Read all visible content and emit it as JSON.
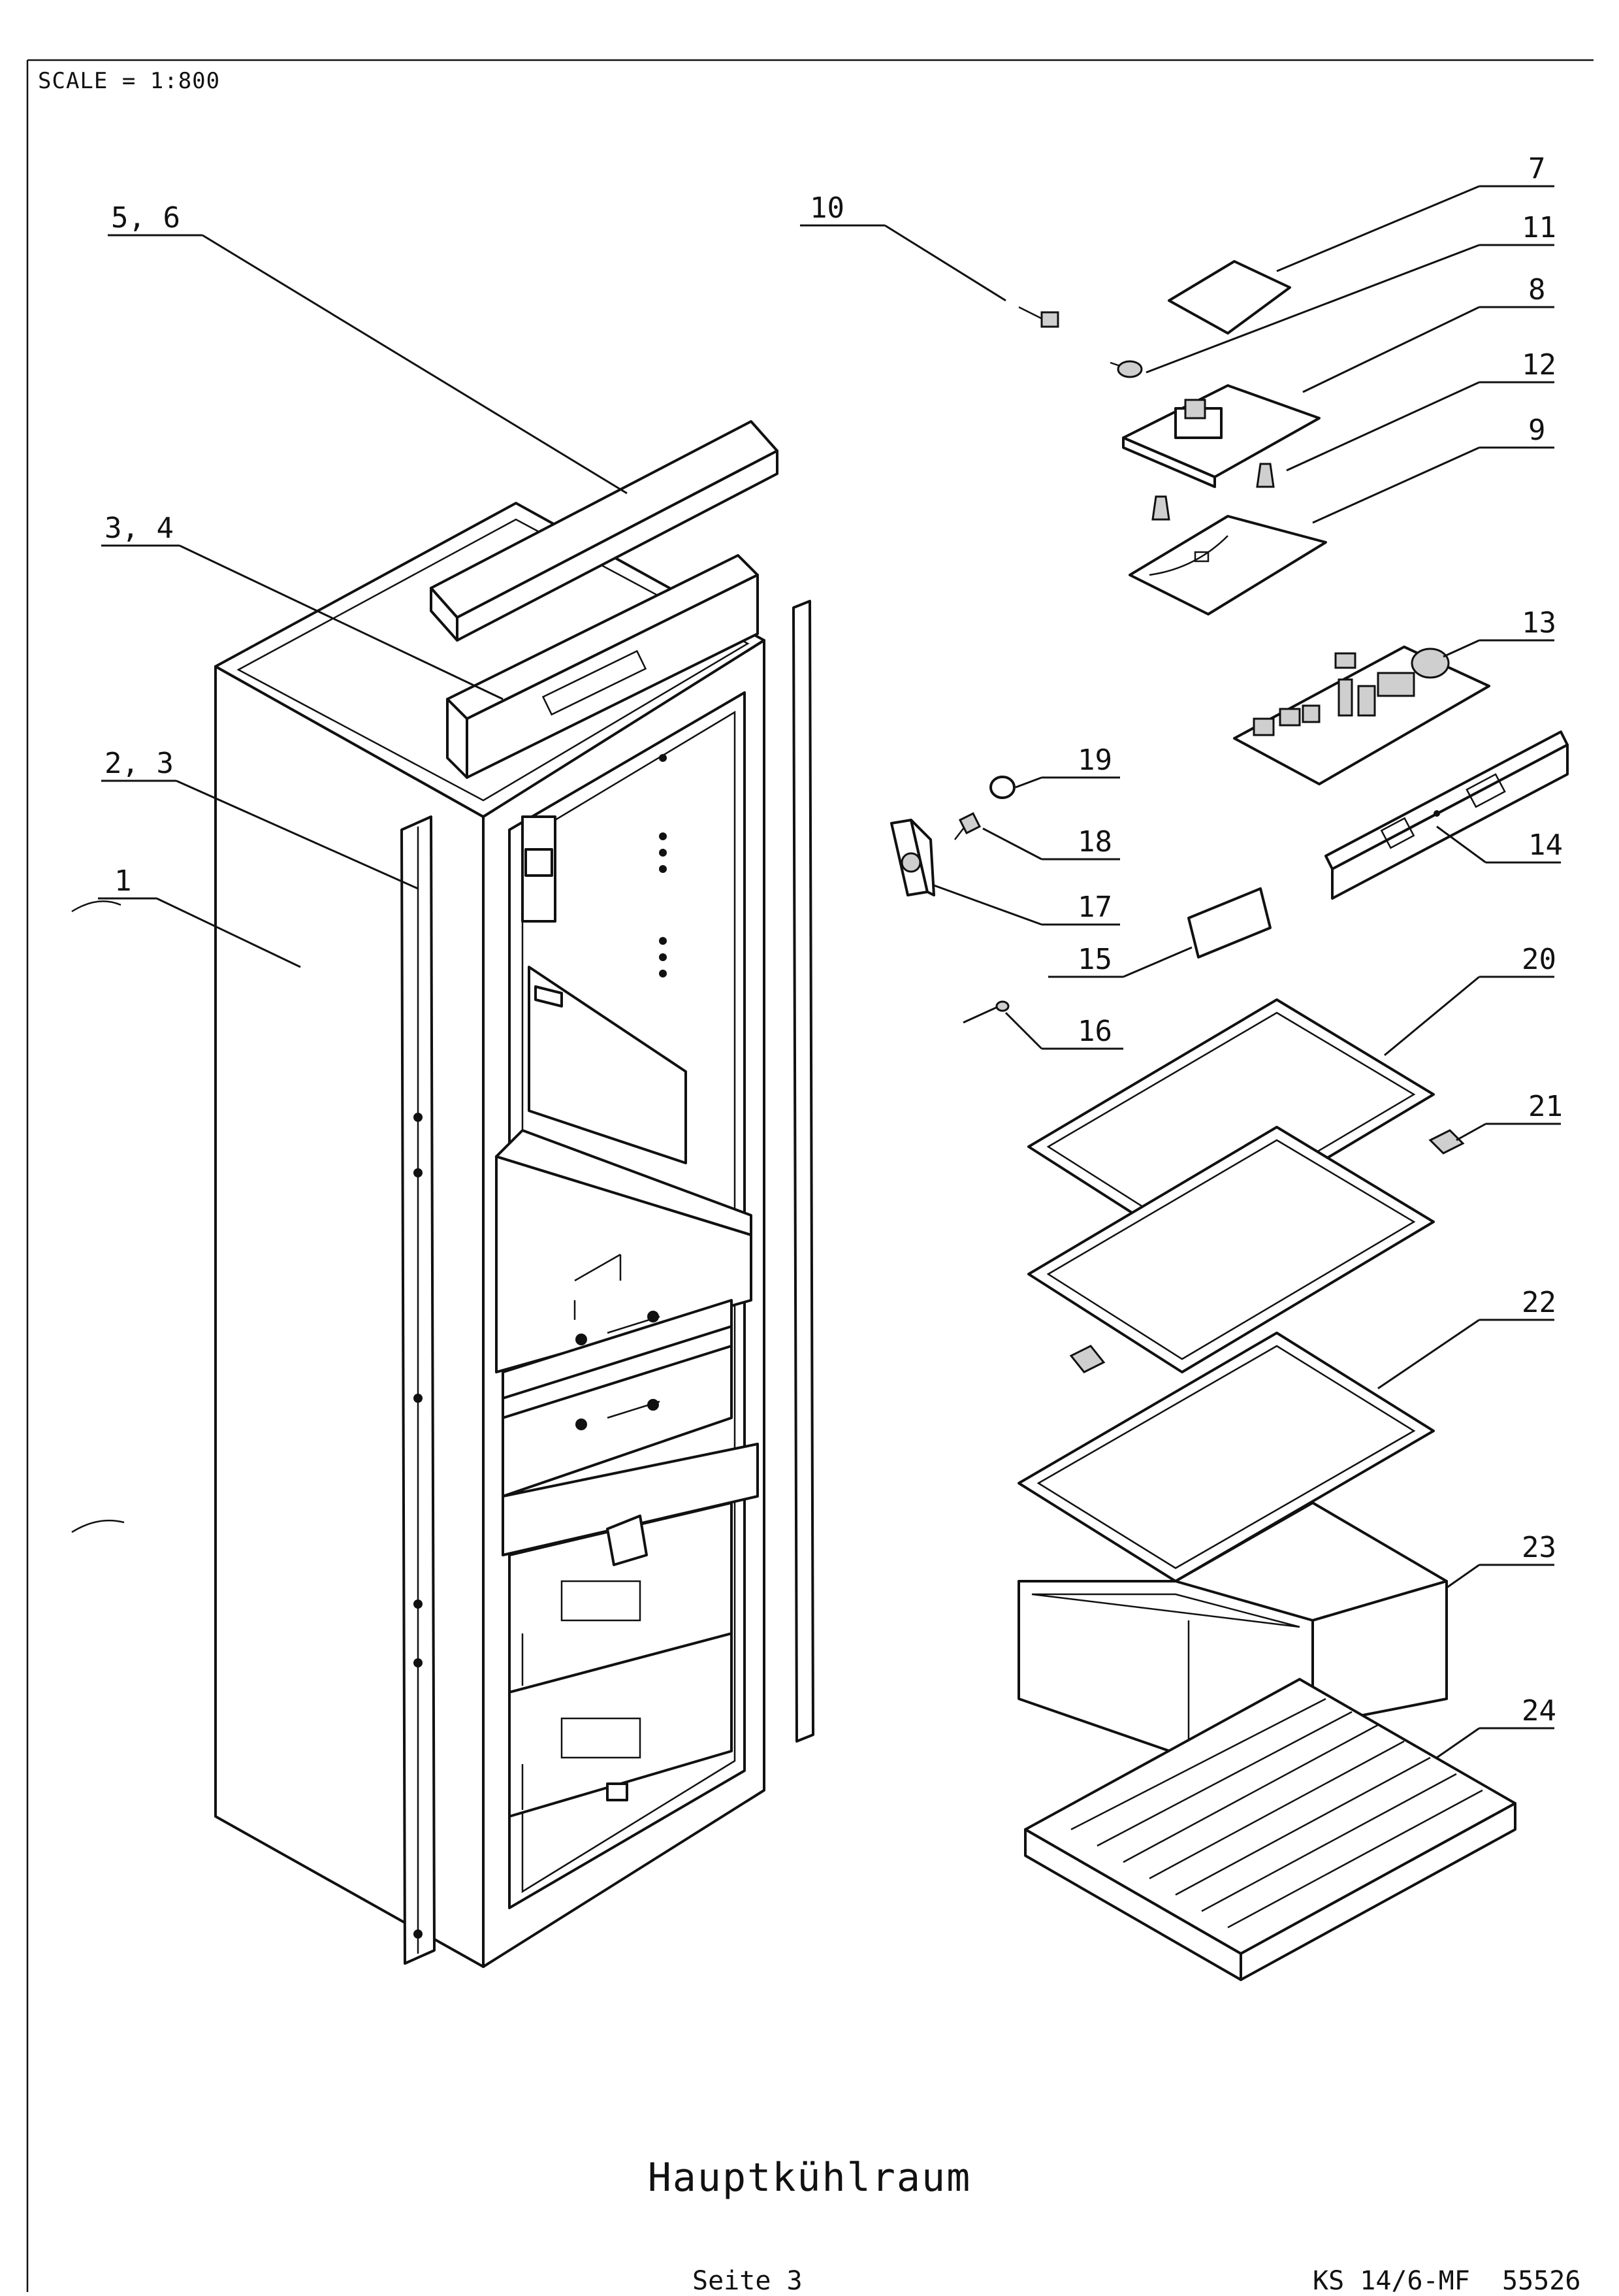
{
  "scale_label": "SCALE = 1:800",
  "caption": "Hauptkühlraum",
  "footer": {
    "page": "Seite 3",
    "model": "KS 14/6-MF",
    "code": "55526"
  },
  "callouts": [
    {
      "id": "c1",
      "label": "1"
    },
    {
      "id": "c23",
      "label": "2, 3"
    },
    {
      "id": "c34",
      "label": "3, 4"
    },
    {
      "id": "c56",
      "label": "5, 6"
    },
    {
      "id": "c7",
      "label": "7"
    },
    {
      "id": "c8",
      "label": "8"
    },
    {
      "id": "c9",
      "label": "9"
    },
    {
      "id": "c10",
      "label": "10"
    },
    {
      "id": "c11",
      "label": "11"
    },
    {
      "id": "c12",
      "label": "12"
    },
    {
      "id": "c13",
      "label": "13"
    },
    {
      "id": "c14",
      "label": "14"
    },
    {
      "id": "c15",
      "label": "15"
    },
    {
      "id": "c16",
      "label": "16"
    },
    {
      "id": "c17",
      "label": "17"
    },
    {
      "id": "c18",
      "label": "18"
    },
    {
      "id": "c19",
      "label": "19"
    },
    {
      "id": "c20",
      "label": "20"
    },
    {
      "id": "c21",
      "label": "21"
    },
    {
      "id": "c22",
      "label": "22"
    },
    {
      "id": "c23b",
      "label": "23"
    },
    {
      "id": "c24",
      "label": "24"
    }
  ]
}
